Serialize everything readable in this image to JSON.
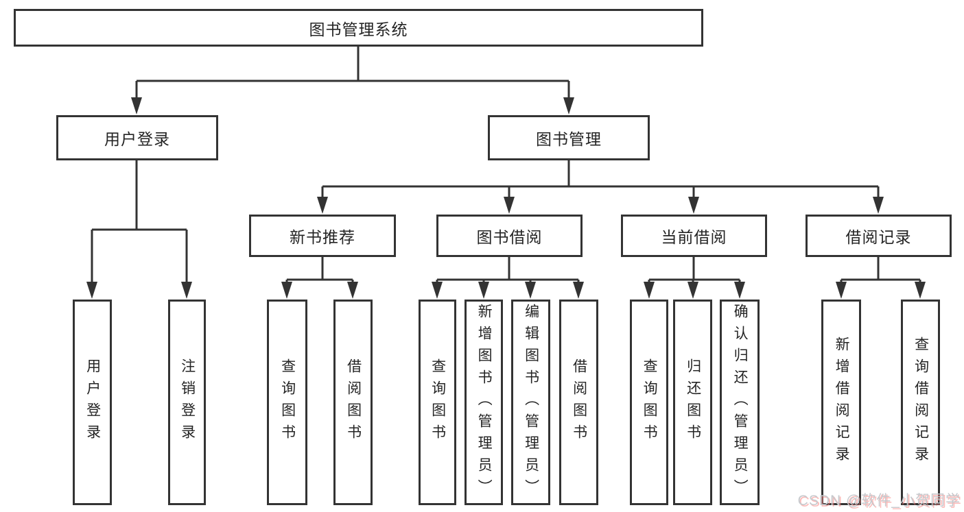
{
  "colors": {
    "background": "#ffffff",
    "line": "#333333",
    "node_border": "#333333",
    "node_text": "#242424",
    "watermark_text": "#c6c9cd",
    "watermark_shadow": "#fa827d"
  },
  "diagram": {
    "type": "hierarchy-tree",
    "root": {
      "label": "图书管理系统"
    },
    "level2": [
      {
        "label": "用户登录",
        "children": [
          {
            "label": "用户登录"
          },
          {
            "label": "注销登录"
          }
        ]
      },
      {
        "label": "图书管理",
        "children": [
          {
            "label": "新书推荐",
            "children": [
              {
                "label": "查询图书"
              },
              {
                "label": "借阅图书"
              }
            ]
          },
          {
            "label": "图书借阅",
            "children": [
              {
                "label": "查询图书"
              },
              {
                "label": "新增图书（管理员）"
              },
              {
                "label": "编辑图书（管理员）"
              },
              {
                "label": "借阅图书"
              }
            ]
          },
          {
            "label": "当前借阅",
            "children": [
              {
                "label": "查询图书"
              },
              {
                "label": "归还图书"
              },
              {
                "label": "确认归还（管理员）"
              }
            ]
          },
          {
            "label": "借阅记录",
            "children": [
              {
                "label": "新增借阅记录"
              },
              {
                "label": "查询借阅记录"
              }
            ]
          }
        ]
      }
    ]
  },
  "watermark": {
    "text": "CSDN @软件_小贺同学"
  }
}
